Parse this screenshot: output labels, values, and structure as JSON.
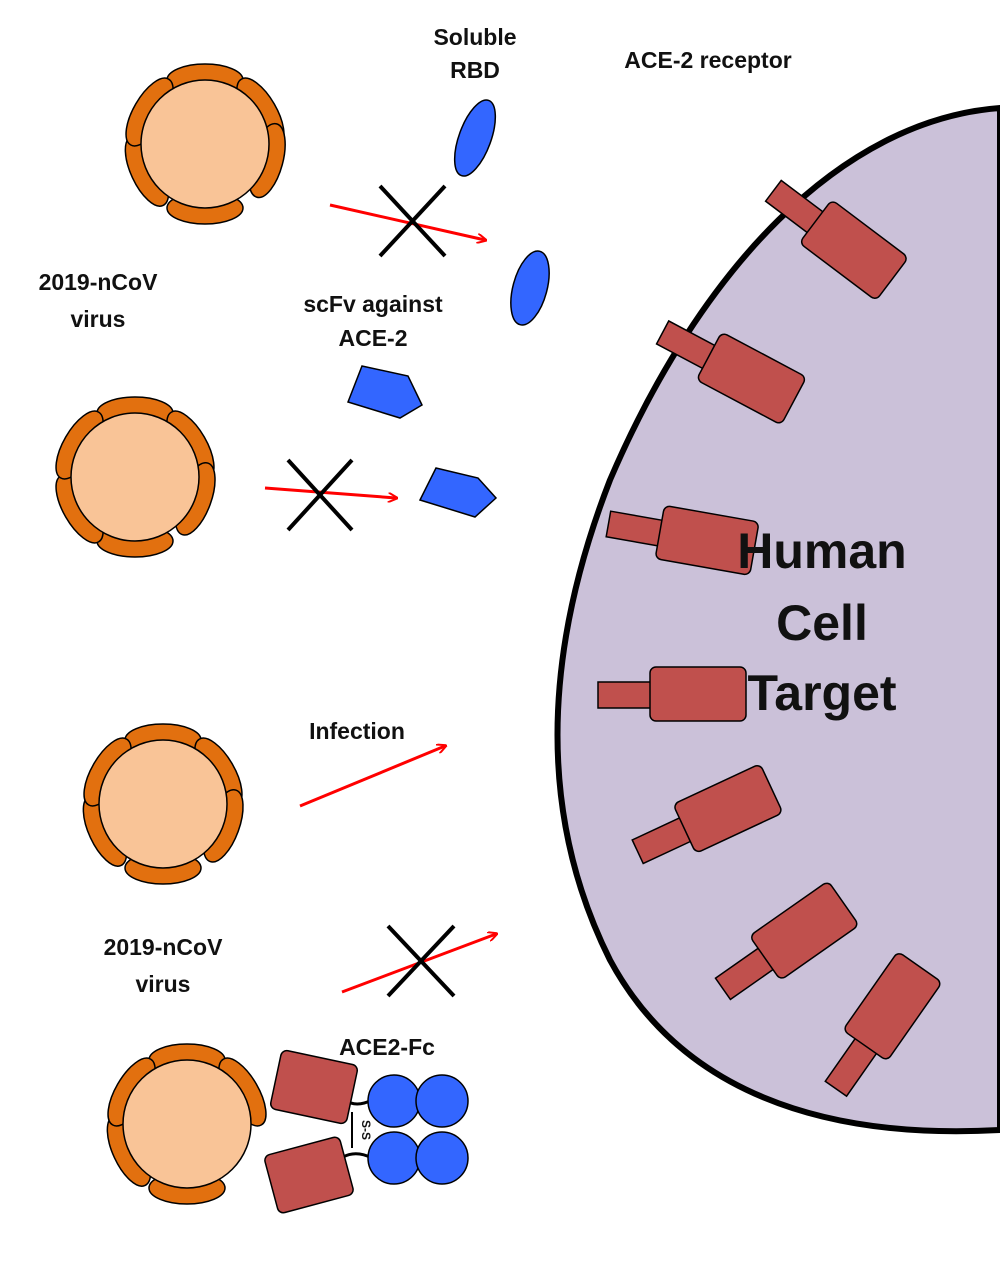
{
  "labels": {
    "soluble_rbd_line1": "Soluble",
    "soluble_rbd_line2": "RBD",
    "ace2_receptor": "ACE-2 receptor",
    "virus1_line1": "2019-nCoV",
    "virus1_line2": "virus",
    "scfv_line1": "scFv against",
    "scfv_line2": "ACE-2",
    "infection": "Infection",
    "virus2_line1": "2019-nCoV",
    "virus2_line2": "virus",
    "ace2fc": "ACE2-Fc",
    "disulfide": "S-S",
    "cell_line1": "Human",
    "cell_line2": "Cell",
    "cell_line3": "Target"
  },
  "colors": {
    "cell_fill": "#cbc1d9",
    "virus_body": "#f9c497",
    "spike": "#e2700f",
    "receptor": "#c0504d",
    "blocker_blue": "#3366ff",
    "arrow_red": "#ff0000",
    "outline": "#000000"
  },
  "icons": {
    "blocked_marker": "x-cross-icon"
  }
}
